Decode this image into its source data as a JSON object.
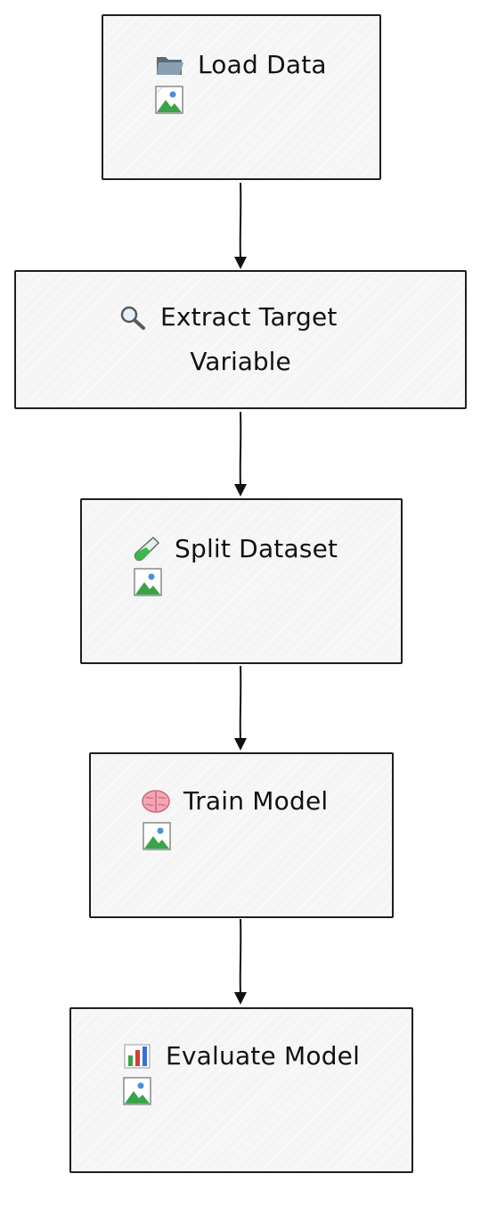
{
  "nodes": [
    {
      "label": "Load Data",
      "icon": "folder-icon",
      "has_image": true
    },
    {
      "label_line1": "Extract Target",
      "label_line2": "Variable",
      "icon": "magnifier-icon",
      "has_image": false
    },
    {
      "label": "Split Dataset",
      "icon": "test-tube-icon",
      "has_image": true
    },
    {
      "label": "Train Model",
      "icon": "brain-icon",
      "has_image": true
    },
    {
      "label": "Evaluate Model",
      "icon": "bar-chart-icon",
      "has_image": true
    }
  ],
  "edges": [
    {
      "from": "Load Data",
      "to": "Extract Target Variable"
    },
    {
      "from": "Extract Target Variable",
      "to": "Split Dataset"
    },
    {
      "from": "Split Dataset",
      "to": "Train Model"
    },
    {
      "from": "Train Model",
      "to": "Evaluate Model"
    }
  ],
  "colors": {
    "node_fill": "#f5f5f5",
    "stroke": "#1f1f1f",
    "background": "#ffffff"
  }
}
